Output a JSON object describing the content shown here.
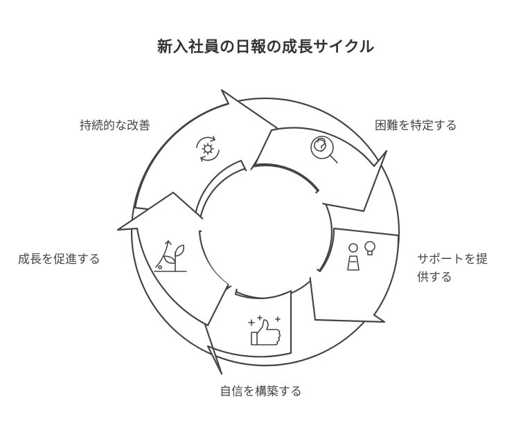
{
  "title": "新入社員の日報の成長サイクル",
  "steps": [
    {
      "label": "困難を特定する",
      "icon": "head-question-magnifier-icon"
    },
    {
      "label": "サポートを提供する",
      "icon": "mentor-lightbulb-icon"
    },
    {
      "label": "自信を構築する",
      "icon": "thumbs-up-sparkle-icon"
    },
    {
      "label": "成長を促進する",
      "icon": "sprout-growth-arrow-icon"
    },
    {
      "label": "持続的な改善",
      "icon": "gear-cycle-icon"
    }
  ],
  "colors": {
    "stroke": "#444444",
    "fill": "#ffffff",
    "text": "#333333"
  }
}
